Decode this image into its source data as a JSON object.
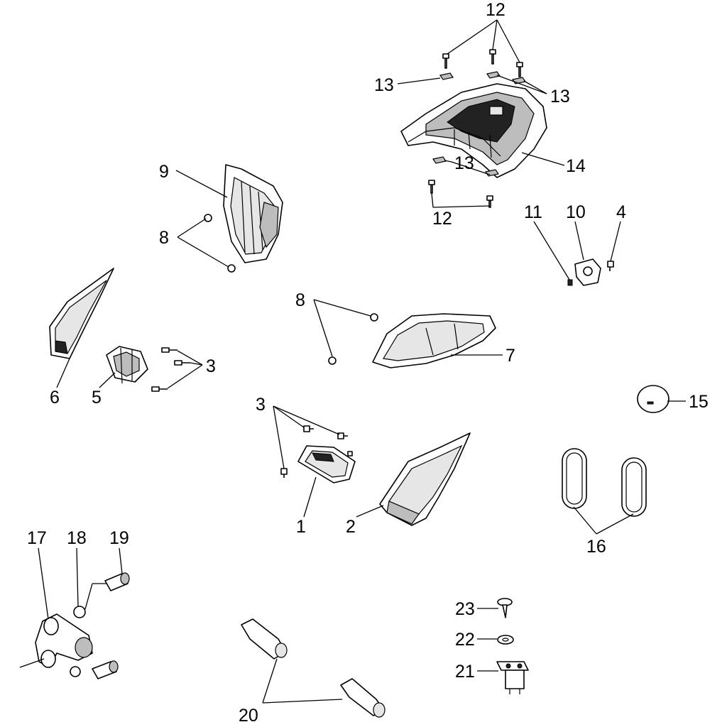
{
  "callouts": {
    "c1": "1",
    "c2": "2",
    "c3a": "3",
    "c3b": "3",
    "c4": "4",
    "c5": "5",
    "c6": "6",
    "c7": "7",
    "c8a": "8",
    "c8b": "8",
    "c9": "9",
    "c10": "10",
    "c11": "11",
    "c12a": "12",
    "c12b": "12",
    "c13a": "13",
    "c13b": "13",
    "c13c": "13",
    "c14": "14",
    "c15": "15",
    "c16": "16",
    "c17": "17",
    "c18": "18",
    "c19": "19",
    "c20": "20",
    "c21": "21",
    "c22": "22",
    "c23": "23"
  }
}
